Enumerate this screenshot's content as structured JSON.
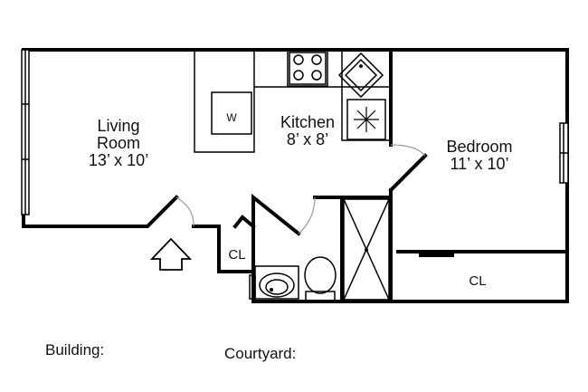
{
  "rooms": {
    "living": {
      "name_line1": "Living",
      "name_line2": "Room",
      "size": "13’ x 10’"
    },
    "kitchen": {
      "name": "Kitchen",
      "size": "8’ x 8’"
    },
    "bedroom": {
      "name": "Bedroom",
      "size": "11’ x 10’"
    }
  },
  "closets": {
    "hall": "CL",
    "bedroom": "CL"
  },
  "appliances": {
    "washer": "W"
  },
  "footer": {
    "building_label": "Building:",
    "courtyard_label": "Courtyard:"
  },
  "icons": [
    "entry-arrow-icon",
    "stove-icon",
    "sink-icon",
    "freezer-icon",
    "toilet-icon",
    "bath-sink-icon"
  ]
}
